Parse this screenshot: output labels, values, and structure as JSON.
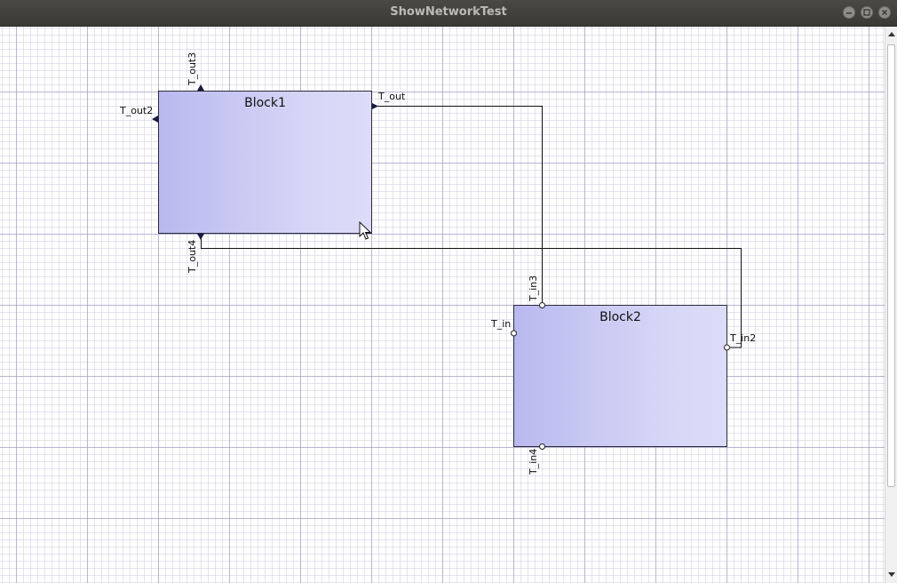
{
  "window": {
    "title": "ShowNetworkTest"
  },
  "blocks": {
    "block1": {
      "name": "Block1",
      "ports": {
        "t_out": "T_out",
        "t_out2": "T_out2",
        "t_out3": "T_out3",
        "t_out4": "T_out4"
      }
    },
    "block2": {
      "name": "Block2",
      "ports": {
        "t_in": "T_in",
        "t_in2": "T_in2",
        "t_in3": "T_in3",
        "t_in4": "T_in4"
      }
    }
  },
  "colors": {
    "block_fill_left": "#b9b9f0",
    "block_fill_right": "#dcdcf8",
    "titlebar": "#3e3d39",
    "port_output": "#1a1a40"
  }
}
